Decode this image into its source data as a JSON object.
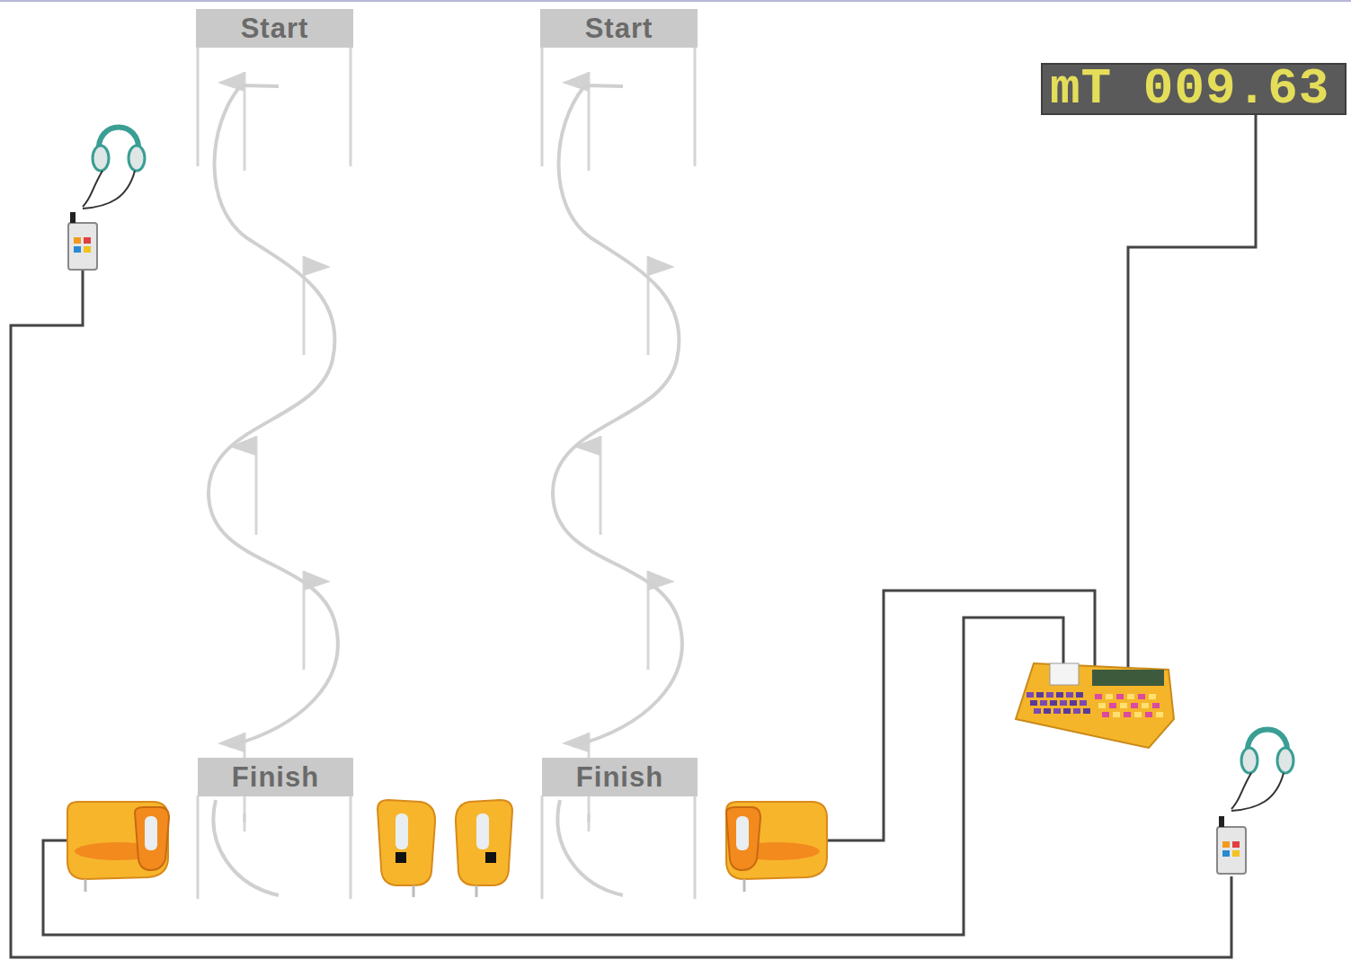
{
  "diagram": {
    "nodes": [
      {
        "text": [
          "Start"
        ]
      },
      {
        "text": [
          "Start"
        ]
      },
      {
        "text": [
          "mT 009.63"
        ]
      },
      {
        "text": [
          "Finish"
        ]
      },
      {
        "text": [
          "Finish"
        ]
      }
    ]
  }
}
